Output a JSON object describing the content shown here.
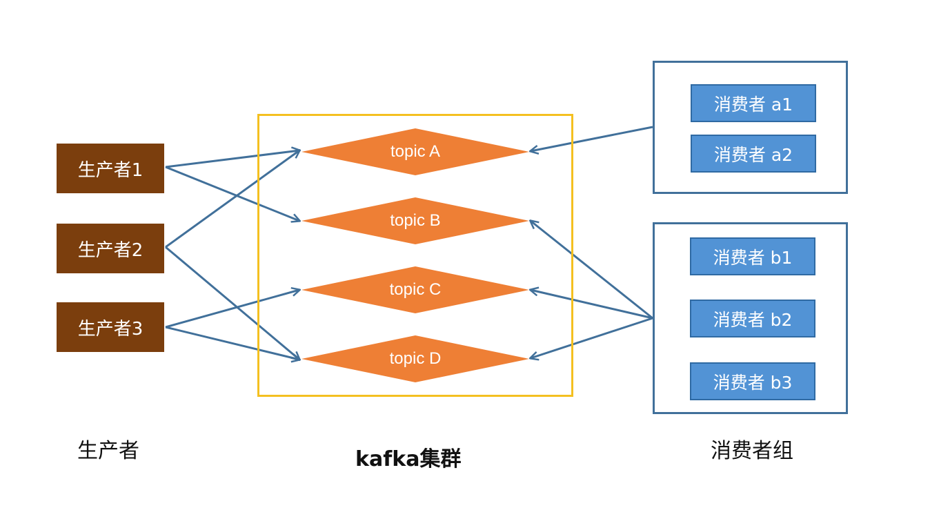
{
  "producers": [
    {
      "label": "生产者1"
    },
    {
      "label": "生产者2"
    },
    {
      "label": "生产者3"
    }
  ],
  "topics": [
    {
      "label": "topic A"
    },
    {
      "label": "topic B"
    },
    {
      "label": "topic C"
    },
    {
      "label": "topic D"
    }
  ],
  "consumer_groups": [
    {
      "consumers": [
        "消费者 a1",
        "消费者 a2"
      ]
    },
    {
      "consumers": [
        "消费者 b1",
        "消费者 b2",
        "消费者 b3"
      ]
    }
  ],
  "captions": {
    "producers": "生产者",
    "cluster": "kafka集群",
    "consumers": "消费者组"
  },
  "colors": {
    "producer_fill": "#7b3e0d",
    "topic_fill": "#ee7f35",
    "cluster_border": "#f4c020",
    "group_border": "#41709a",
    "consumer_fill": "#5293d5",
    "arrow": "#41709a"
  }
}
